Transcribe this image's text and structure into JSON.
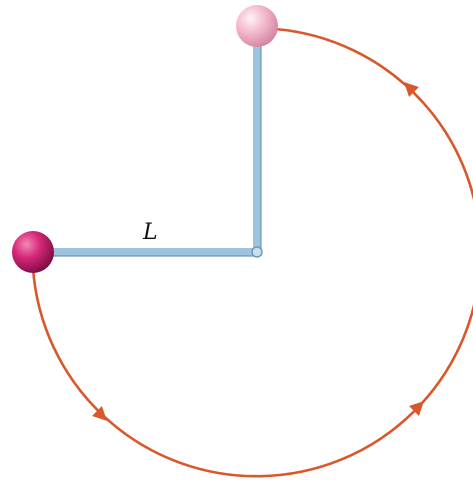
{
  "figure": {
    "rod_label": "L",
    "colors": {
      "path": "#d9572b",
      "rod_fill": "#9ec3de",
      "rod_edge": "#6a96b8",
      "ball_current_highlight": "#f08ab6",
      "ball_current_base": "#d8287a",
      "ball_current_shadow": "#7e0f45",
      "ball_ghost_highlight": "#fff2f6",
      "ball_ghost_base": "#f3b8cc",
      "ball_ghost_shadow": "#d487a3"
    },
    "icons": {
      "pivot": "pivot-dot",
      "ball_current": "sphere",
      "ball_ghost": "faded-sphere",
      "direction": "arrowhead"
    }
  }
}
